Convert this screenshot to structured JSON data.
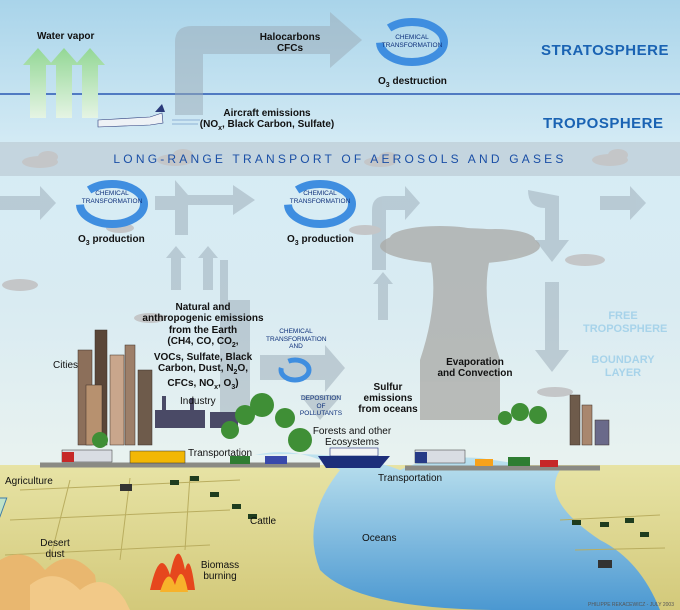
{
  "layers": {
    "stratosphere": "STRATOSPHERE",
    "troposphere": "TROPOSPHERE",
    "free_l1": "FREE",
    "free_l2": "TROPOSPHERE",
    "boundary_l1": "BOUNDARY",
    "boundary_l2": "LAYER"
  },
  "labels": {
    "water_vapor": "Water vapor",
    "halocarbons": "Halocarbons",
    "cfcs": "CFCs",
    "chem_line1": "CHEMICAL",
    "chem_line2": "TRANSFORMATION",
    "chem_and": "AND",
    "o3_prefix": "O",
    "o3_sub": "3",
    "o3_destruction": "destruction",
    "o3_production": "production",
    "aircraft_title": "Aircraft emissions",
    "aircraft_nox_prefix": "(",
    "aircraft_nox_n": "NO",
    "aircraft_nox_sub": "x",
    "aircraft_rest": ", Black Carbon, Sulfate)",
    "banner": "LONG-RANGE TRANSPORT OF AEROSOLS AND GASES",
    "emissions": {
      "l1": "Natural and",
      "l2": "anthropogenic emissions",
      "l3": "from the Earth",
      "l4a": "(CH4, CO, CO",
      "l4b": ",",
      "l5": "VOCs, Sulfate, Black",
      "l6a": "Carbon, Dust, N",
      "l6b": "O,",
      "l7a": "CFCs, NO",
      "l7b": ", O",
      "l7c": ")",
      "sub2": "2",
      "subx": "x",
      "sub3": "3"
    },
    "deposition_l1": "DEPOSITION",
    "deposition_l2": "OF",
    "deposition_l3": "POLLUTANTS",
    "sulfur_l1": "Sulfur",
    "sulfur_l2": "emissions",
    "sulfur_l3": "from oceans",
    "evaporation_l1": "Evaporation",
    "evaporation_l2": "and Convection",
    "cities": "Cities",
    "industry": "Industry",
    "forests_l1": "Forests and other",
    "forests_l2": "Ecosystems",
    "transportation": "Transportation",
    "agriculture": "Agriculture",
    "cattle": "Cattle",
    "oceans": "Oceans",
    "desert_l1": "Desert",
    "desert_l2": "dust",
    "biomass_l1": "Biomass",
    "biomass_l2": "burning"
  },
  "credit": "PHILIPPE REKACEWICZ - JULY 2003"
}
